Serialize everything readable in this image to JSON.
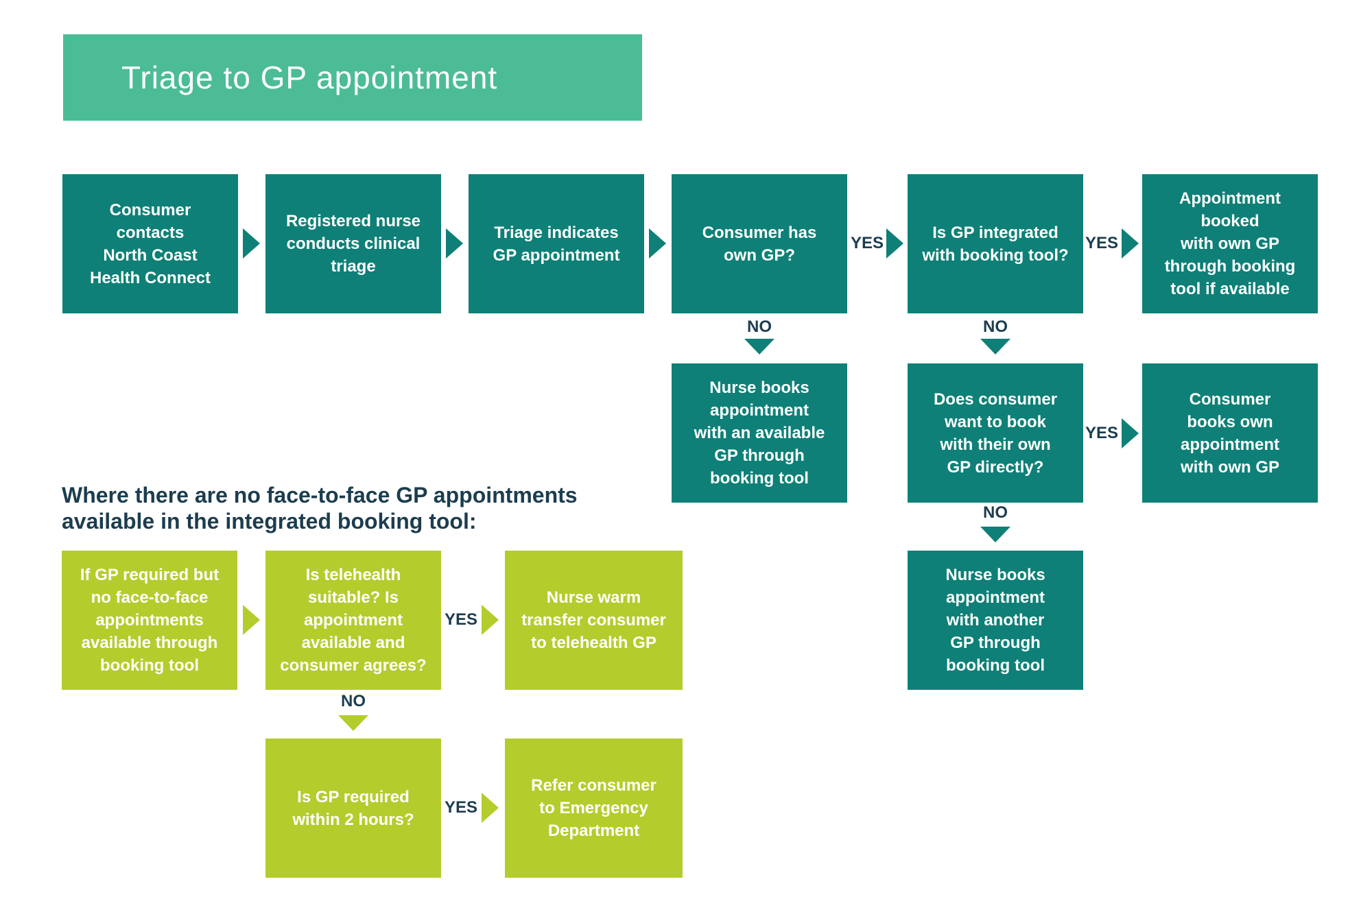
{
  "title": "Triage to GP appointment",
  "colors": {
    "header_green": "#4CBC97",
    "teal": "#0E8077",
    "lime": "#B5CC2D",
    "navy": "#1C3D4F",
    "box_text": "#FFFFFF"
  },
  "decision_labels": {
    "yes": "YES",
    "no": "NO"
  },
  "flow_main": {
    "nodes": [
      {
        "id": "contact",
        "text": "Consumer\ncontacts\nNorth Coast\nHealth Connect"
      },
      {
        "id": "triage",
        "text": "Registered nurse\nconducts clinical\ntriage"
      },
      {
        "id": "indicates",
        "text": "Triage indicates\nGP appointment"
      },
      {
        "id": "own-gp",
        "text": "Consumer has\nown GP?"
      },
      {
        "id": "gp-integrated",
        "text": "Is GP integrated\nwith booking tool?"
      },
      {
        "id": "booked-own-gp",
        "text": "Appointment\nbooked\nwith own GP\nthrough booking\ntool if available"
      },
      {
        "id": "nurse-books-available",
        "text": "Nurse books\nappointment\nwith an available\nGP through\nbooking tool"
      },
      {
        "id": "book-directly",
        "text": "Does consumer\nwant to book\nwith their own\nGP directly?"
      },
      {
        "id": "consumer-books-own",
        "text": "Consumer\nbooks own\nappointment\nwith own GP"
      },
      {
        "id": "nurse-books-another",
        "text": "Nurse books\nappointment\nwith another\nGP through\nbooking tool"
      }
    ],
    "edges": [
      {
        "from": "contact",
        "to": "triage",
        "label": ""
      },
      {
        "from": "triage",
        "to": "indicates",
        "label": ""
      },
      {
        "from": "indicates",
        "to": "own-gp",
        "label": ""
      },
      {
        "from": "own-gp",
        "to": "gp-integrated",
        "label": "YES"
      },
      {
        "from": "own-gp",
        "to": "nurse-books-available",
        "label": "NO"
      },
      {
        "from": "gp-integrated",
        "to": "booked-own-gp",
        "label": "YES"
      },
      {
        "from": "gp-integrated",
        "to": "book-directly",
        "label": "NO"
      },
      {
        "from": "book-directly",
        "to": "consumer-books-own",
        "label": "YES"
      },
      {
        "from": "book-directly",
        "to": "nurse-books-another",
        "label": "NO"
      }
    ]
  },
  "flow_no_f2f": {
    "heading": "Where there are no face-to-face GP appointments\navailable in the integrated booking tool:",
    "nodes": [
      {
        "id": "gp-required-no-f2f",
        "text": "If GP required but\nno face-to-face\nappointments\navailable through\nbooking tool"
      },
      {
        "id": "telehealth-suitable",
        "text": "Is telehealth\nsuitable? Is\nappointment\navailable and\nconsumer agrees?"
      },
      {
        "id": "warm-transfer",
        "text": "Nurse warm\ntransfer consumer\nto telehealth GP"
      },
      {
        "id": "gp-within-2-hours",
        "text": "Is GP required\nwithin 2 hours?"
      },
      {
        "id": "refer-ed",
        "text": "Refer consumer\nto Emergency\nDepartment"
      }
    ],
    "edges": [
      {
        "from": "gp-required-no-f2f",
        "to": "telehealth-suitable",
        "label": ""
      },
      {
        "from": "telehealth-suitable",
        "to": "warm-transfer",
        "label": "YES"
      },
      {
        "from": "telehealth-suitable",
        "to": "gp-within-2-hours",
        "label": "NO"
      },
      {
        "from": "gp-within-2-hours",
        "to": "refer-ed",
        "label": "YES"
      }
    ]
  }
}
